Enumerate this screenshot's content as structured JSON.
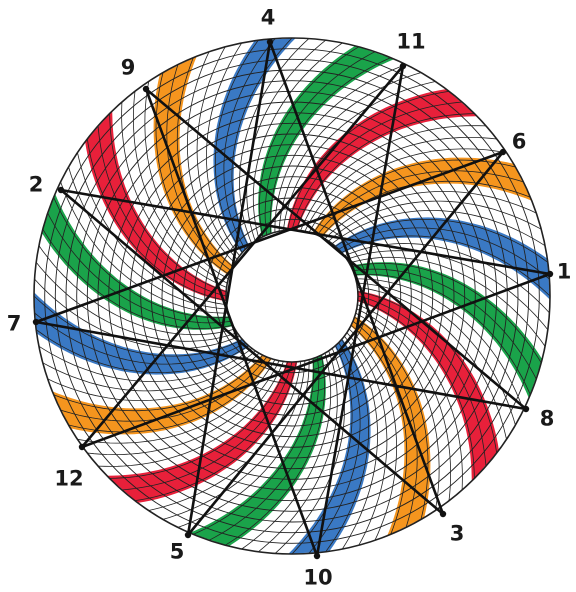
{
  "figure": {
    "points": [
      {
        "id": "1",
        "label": "1"
      },
      {
        "id": "2",
        "label": "2"
      },
      {
        "id": "3",
        "label": "3"
      },
      {
        "id": "4",
        "label": "4"
      },
      {
        "id": "5",
        "label": "5"
      },
      {
        "id": "6",
        "label": "6"
      },
      {
        "id": "7",
        "label": "7"
      },
      {
        "id": "8",
        "label": "8"
      },
      {
        "id": "9",
        "label": "9"
      },
      {
        "id": "10",
        "label": "10"
      },
      {
        "id": "11",
        "label": "11"
      },
      {
        "id": "12",
        "label": "12"
      }
    ],
    "band_colors": [
      "#e8203a",
      "#f5951e",
      "#3a79c4",
      "#1aa34a"
    ],
    "grid_color": "#222222"
  }
}
